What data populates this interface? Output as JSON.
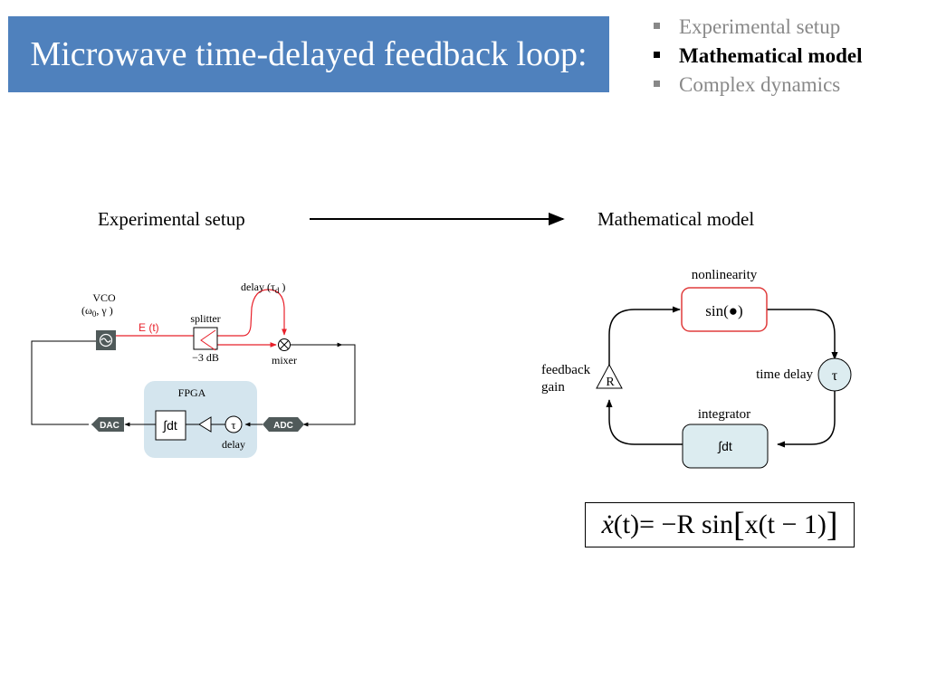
{
  "slide": {
    "title": "Microwave time-delayed feedback loop:"
  },
  "nav": {
    "items": [
      {
        "label": "Experimental setup",
        "active": false
      },
      {
        "label": "Mathematical model",
        "active": true
      },
      {
        "label": "Complex dynamics",
        "active": false
      }
    ]
  },
  "captions": {
    "left": "Experimental setup",
    "right": "Mathematical model"
  },
  "setup": {
    "vco_label": "VCO",
    "vco_params": "(ω",
    "vco_params_sub": "0",
    "vco_params_rest": ", γ )",
    "signal_label": "E (t)",
    "splitter_label": "splitter",
    "splitter_atten": "−3 dB",
    "delay_label": "delay (τ",
    "delay_sub": "d",
    "delay_close": " )",
    "mixer_label": "mixer",
    "fpga_label": "FPGA",
    "integrator_symbol": "∫dt",
    "tau_symbol": "τ",
    "fpga_delay_label": "delay",
    "dac_label": "DAC",
    "adc_label": "ADC"
  },
  "model": {
    "nonlinearity_label": "nonlinearity",
    "nonlinearity_box": "sin(●)",
    "time_delay_label": "time delay",
    "tau_symbol": "τ",
    "integrator_label": "integrator",
    "integrator_box": "∫dt",
    "feedback_label_1": "feedback",
    "feedback_label_2": "gain",
    "gain_symbol": "R"
  },
  "equation": {
    "lhs_var": "ẋ",
    "lhs_arg": "(t)",
    "rhs_prefix": " = −R sin",
    "rhs_open": "[",
    "rhs_inner": " x(t − 1) ",
    "rhs_close": "]"
  },
  "colors": {
    "title_bg": "#4f81bd",
    "signal_red": "#e8202a",
    "fpga_bg": "#d4e5ee",
    "node_fill": "#dcecf0",
    "nonlinearity_border": "#e03c3c",
    "dark_box": "#505a5a"
  }
}
